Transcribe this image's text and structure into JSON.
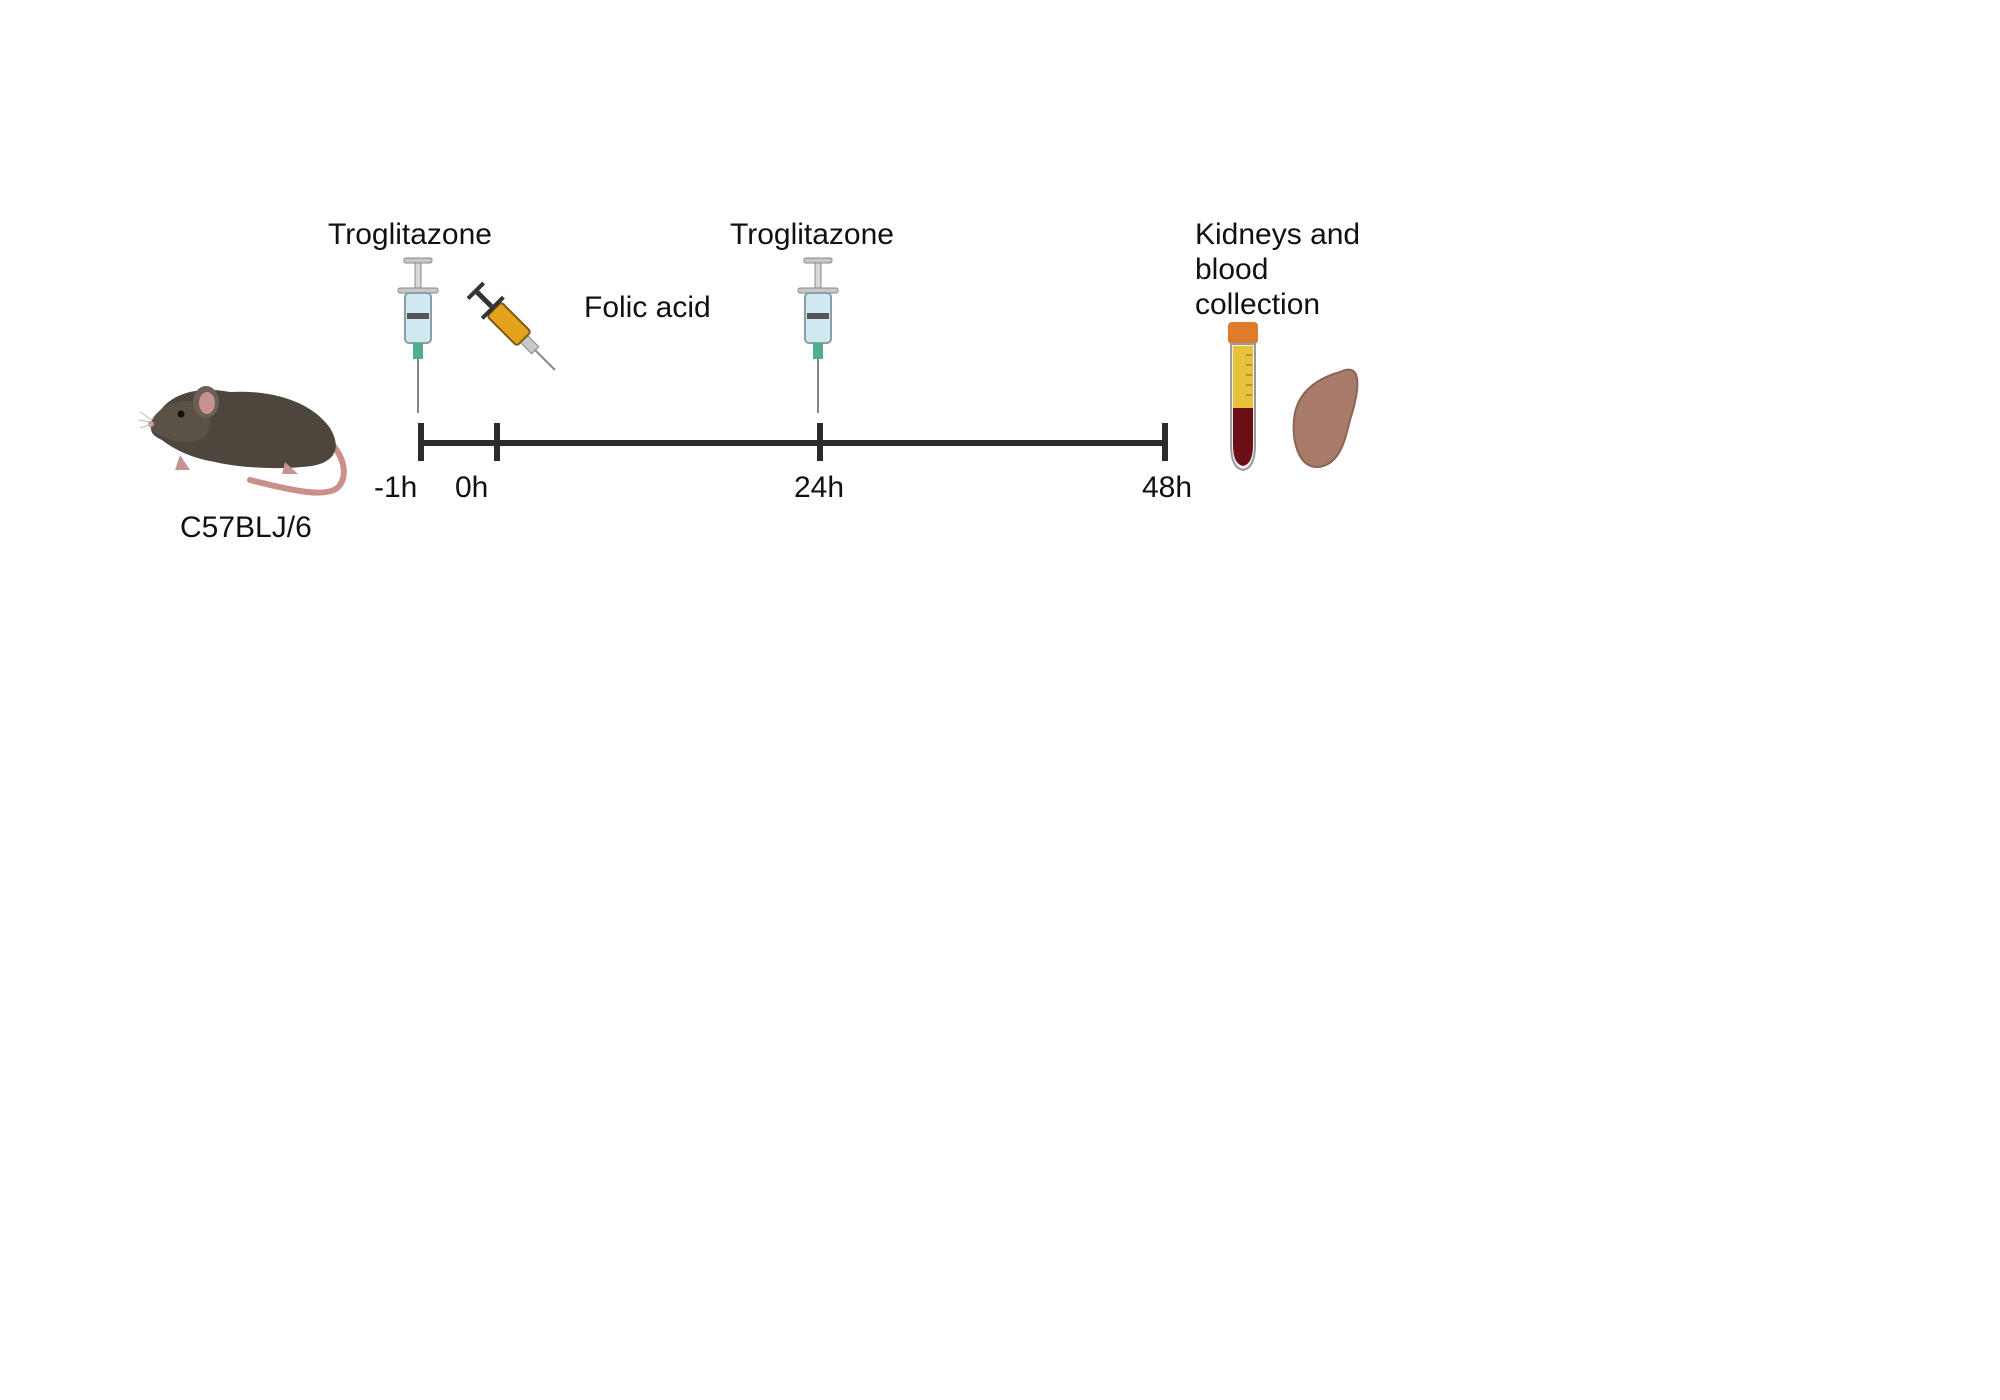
{
  "strain_label": "C57BLJ/6",
  "events": {
    "troglitazone_1": "Troglitazone",
    "folic_acid": "Folic acid",
    "troglitazone_2": "Troglitazone",
    "collection": "Kidneys and\nblood\ncollection"
  },
  "timepoints": [
    "-1h",
    "0h",
    "24h",
    "48h"
  ],
  "colors": {
    "timeline": "#2b2b2b",
    "mouse_body": "#4d463c",
    "mouse_tail": "#c9908a",
    "syringe_fluid": "#cfe9f1",
    "folic_fluid": "#e3a21a",
    "tube_cap": "#e07b2c",
    "blood": "#6b0f17",
    "kidney": "#a87b6b"
  },
  "icons": [
    "mouse-icon",
    "syringe-icon",
    "folic-acid-syringe-icon",
    "blood-tube-icon",
    "kidney-icon"
  ]
}
